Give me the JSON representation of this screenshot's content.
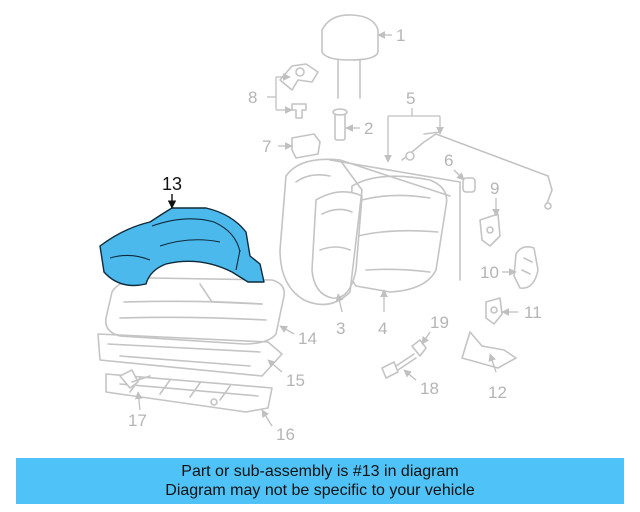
{
  "diagram": {
    "highlight_part": "13",
    "highlight_color": "#4cb9ec",
    "callouts": [
      "1",
      "2",
      "3",
      "4",
      "5",
      "6",
      "7",
      "8",
      "9",
      "10",
      "11",
      "12",
      "13",
      "14",
      "15",
      "16",
      "17",
      "18",
      "19"
    ]
  },
  "banner": {
    "line1": "Part or sub-assembly is #13 in diagram",
    "line2": "Diagram may not be specific to your vehicle",
    "background": "#4fc3f7"
  }
}
